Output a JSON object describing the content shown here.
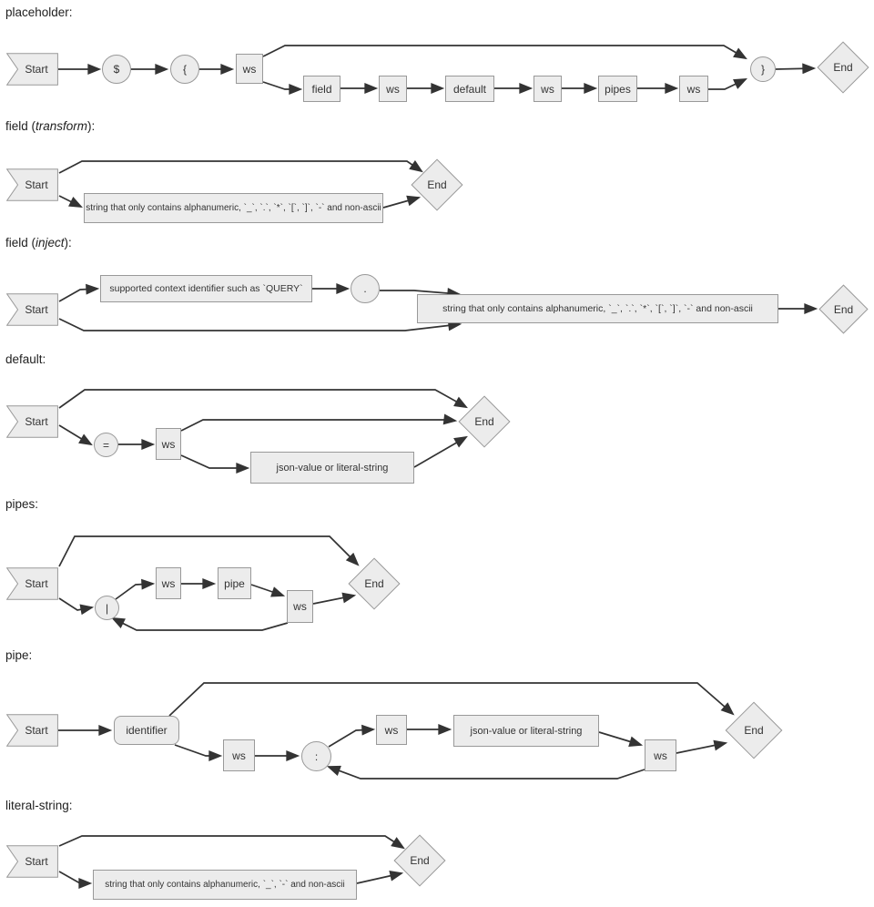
{
  "headings": [
    {
      "prefix": "placeholder:",
      "italic": "",
      "suffix": ""
    },
    {
      "prefix": "field (",
      "italic": "transform",
      "suffix": "):"
    },
    {
      "prefix": "field (",
      "italic": "inject",
      "suffix": "):"
    },
    {
      "prefix": "default:",
      "italic": "",
      "suffix": ""
    },
    {
      "prefix": "pipes:",
      "italic": "",
      "suffix": ""
    },
    {
      "prefix": "pipe:",
      "italic": "",
      "suffix": ""
    },
    {
      "prefix": "literal-string:",
      "italic": "",
      "suffix": ""
    }
  ],
  "labels": {
    "start": "Start",
    "end": "End",
    "ws": "ws",
    "dollar": "$",
    "lbrace": "{",
    "rbrace": "}",
    "field": "field",
    "default_kw": "default",
    "pipes": "pipes",
    "pipe": "pipe",
    "eq": "=",
    "bar": "|",
    "colon": ":",
    "dot": ".",
    "identifier": "identifier",
    "json_or_literal": "json-value or literal-string",
    "ctx_identifier": "supported context identifier such as `QUERY`",
    "str_field_chars": "string that only contains alphanumeric, `_`, `.`, `*`, `[`, `]`, `-` and non-ascii",
    "str_literal_chars": "string that only contains alphanumeric, `_`, `-` and non-ascii"
  }
}
